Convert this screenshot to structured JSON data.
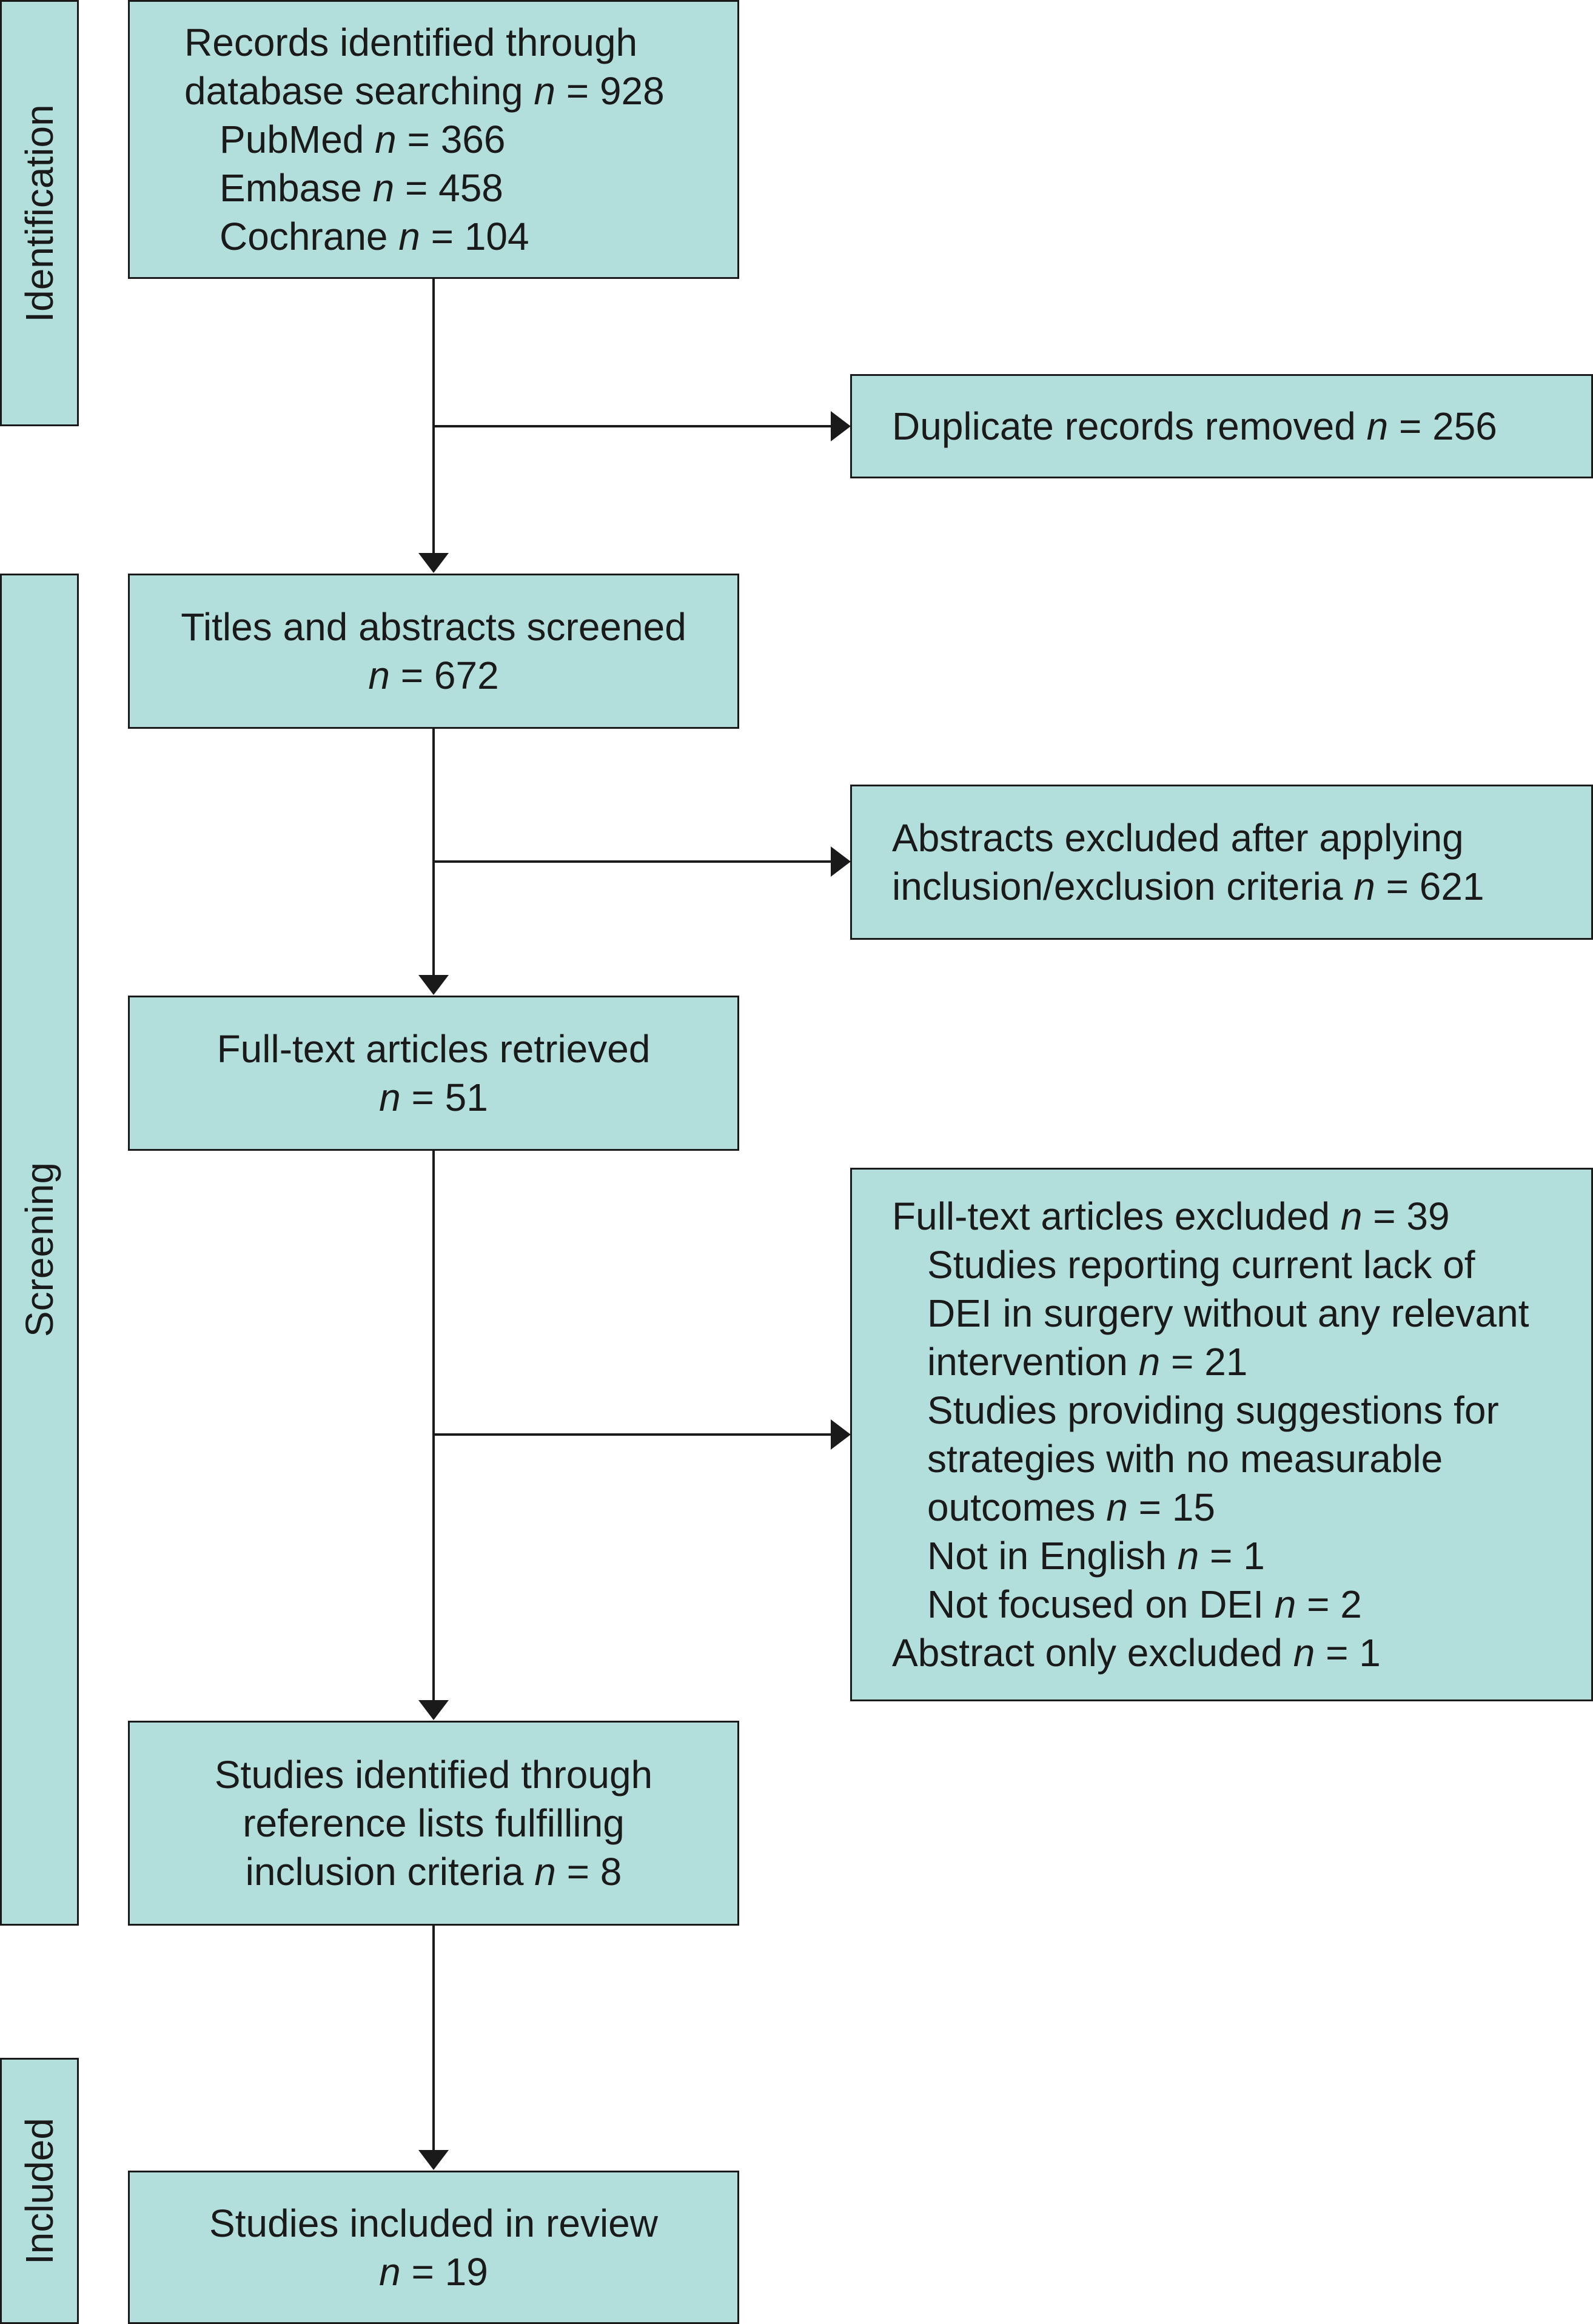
{
  "stages": {
    "identification": "Identification",
    "screening": "Screening",
    "included": "Included"
  },
  "nodes": {
    "records": {
      "line1": "Records identified through",
      "line2": "database searching",
      "line2_n": "n",
      "line2_value": " = 928",
      "pubmed": "PubMed",
      "pubmed_value": " = 366",
      "embase": "Embase",
      "embase_value": " = 458",
      "cochrane": "Cochrane",
      "cochrane_value": " = 104"
    },
    "duplicates": {
      "text": "Duplicate records removed",
      "value": " = 256"
    },
    "screened": {
      "text": "Titles and abstracts screened",
      "value": " = 672"
    },
    "abstracts_excluded": {
      "line1": "Abstracts excluded after applying",
      "line2": "inclusion/exclusion criteria",
      "value": " = 621"
    },
    "fulltext_retrieved": {
      "text": "Full-text articles retrieved",
      "value": " = 51"
    },
    "fulltext_excluded": {
      "title": "Full-text articles excluded",
      "title_value": " = 39",
      "r1_l1": "Studies reporting current lack of",
      "r1_l2": "DEI in surgery without any relevant",
      "r1_l3": "intervention",
      "r1_value": " = 21",
      "r2_l1": "Studies providing suggestions for",
      "r2_l2": "strategies with no measurable",
      "r2_l3": "outcomes",
      "r2_value": " = 15",
      "r3": "Not in English",
      "r3_value": " = 1",
      "r4": "Not focused on DEI",
      "r4_value": " = 2",
      "r5": "Abstract only excluded",
      "r5_value": " = 1"
    },
    "reference_lists": {
      "line1": "Studies identified through",
      "line2": "reference lists fulfilling",
      "line3": "inclusion criteria",
      "value": " = 8"
    },
    "included": {
      "text": "Studies included in review",
      "value": " = 19"
    }
  },
  "n_symbol": "n"
}
